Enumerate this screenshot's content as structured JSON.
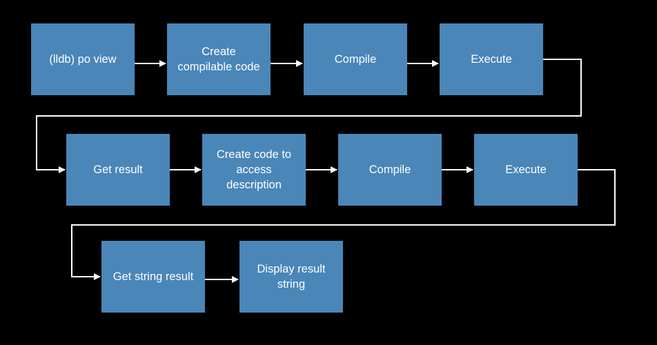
{
  "steps": [
    "(lldb) po view",
    "Create\ncompilable code",
    "Compile",
    "Execute",
    "Get result",
    "Create code to\naccess\ndescription",
    "Compile",
    "Execute",
    "Get string result",
    "Display result\nstring"
  ],
  "colors": {
    "background": "#000000",
    "box_fill": "#4a86b8",
    "box_text": "#ffffff",
    "connector": "#ffffff"
  }
}
